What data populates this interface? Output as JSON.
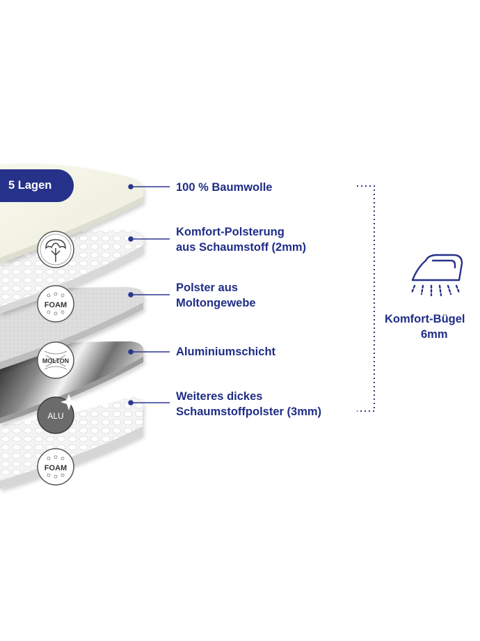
{
  "badge": {
    "label": "5 Lagen"
  },
  "layers": [
    {
      "lines": [
        "100 % Baumwolle"
      ]
    },
    {
      "lines": [
        "Komfort-Polsterung",
        "aus Schaumstoff (2mm)"
      ]
    },
    {
      "lines": [
        "Polster aus",
        "Moltongewebe"
      ]
    },
    {
      "lines": [
        "Aluminiumschicht"
      ]
    },
    {
      "lines": [
        "Weiteres dickes",
        "Schaumstoffpolster (3mm)"
      ]
    }
  ],
  "icons": [
    {
      "name": "cotton-icon",
      "text": ""
    },
    {
      "name": "foam-icon",
      "text": "FOAM"
    },
    {
      "name": "molton-icon",
      "text": "MOLTON"
    },
    {
      "name": "alu-icon",
      "text": "ALU"
    },
    {
      "name": "foam-icon",
      "text": "FOAM"
    }
  ],
  "iron": {
    "caption_line1": "Komfort-Bügel",
    "caption_line2": "6mm",
    "icon": "iron-icon"
  },
  "colors": {
    "accent": "#26318a",
    "text": "#1f2d86"
  }
}
